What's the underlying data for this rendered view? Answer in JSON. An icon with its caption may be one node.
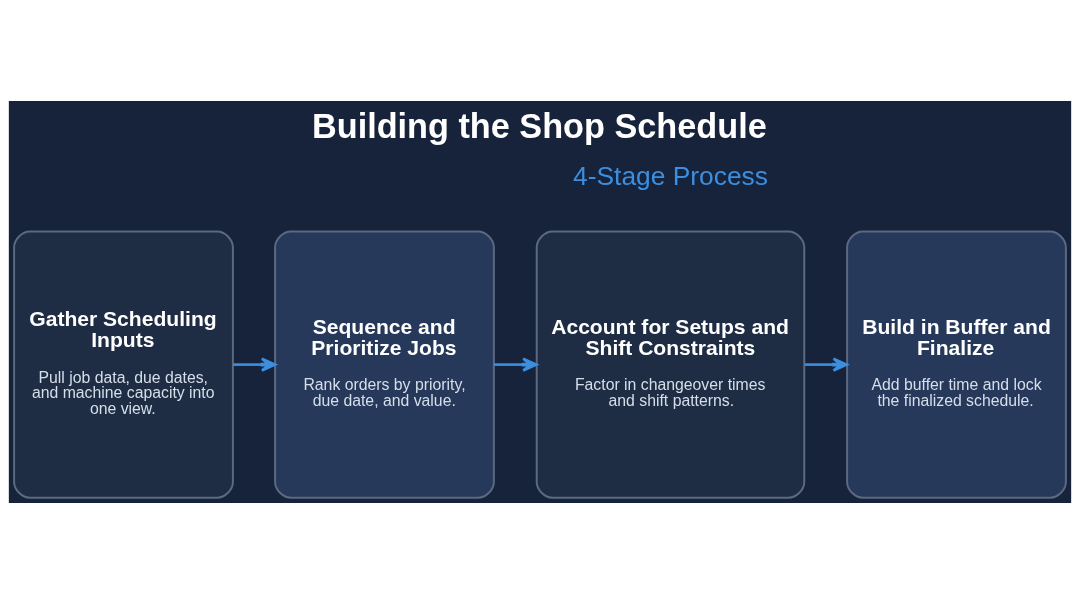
{
  "diagram": {
    "title": "Building the Shop Schedule",
    "nodes": [
      {
        "text": [
          "Gather Scheduling Inputs",
          "Pull job data, due dates, and machine capacity into one view."
        ]
      },
      {
        "text": [
          "Sequence and Prioritize Jobs",
          "Rank orders by priority, due date, and value."
        ]
      },
      {
        "text": [
          "Account for Setups and Shift Constraints",
          "Factor in changeover times and shift patterns."
        ]
      },
      {
        "text": [
          "Build in Buffer and Finalize",
          "Add buffer time and lock the finalized schedule."
        ]
      }
    ],
    "edges": [
      {
        "from": 0,
        "to": 1,
        "arrow": "to"
      },
      {
        "from": 1,
        "to": 2,
        "arrow": "to"
      },
      {
        "from": 2,
        "to": 3,
        "arrow": "to"
      }
    ],
    "labels": [
      "4-Stage Process"
    ]
  }
}
